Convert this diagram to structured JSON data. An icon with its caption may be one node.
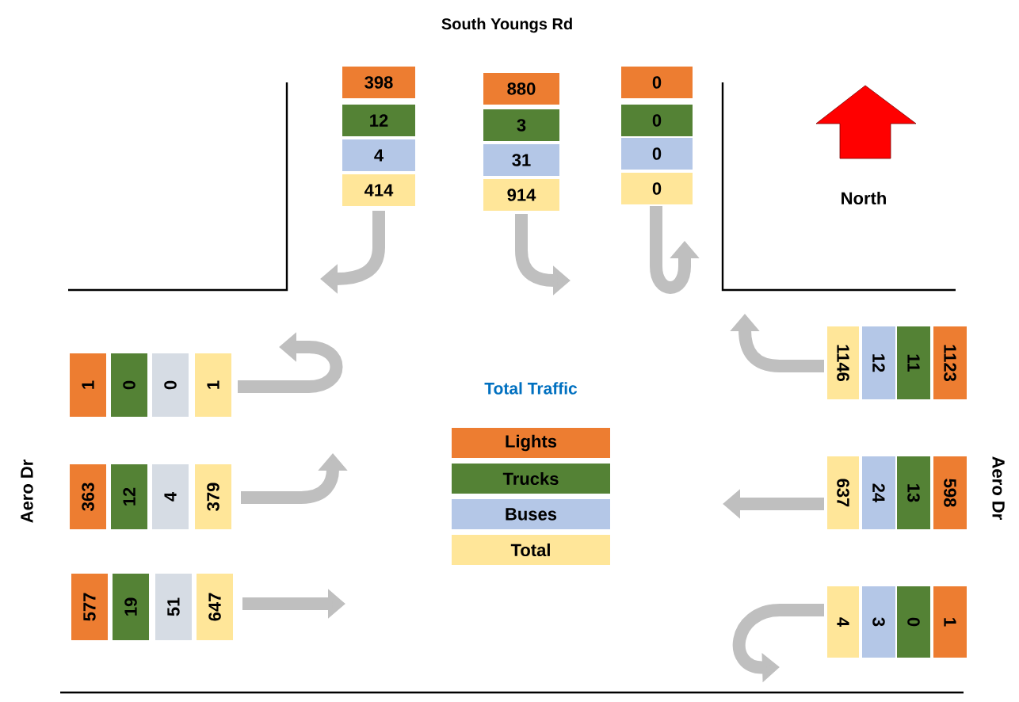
{
  "diagram": {
    "nodes": [
      {
        "text": [
          "398"
        ]
      },
      {
        "text": [
          "12"
        ]
      },
      {
        "text": [
          "4"
        ]
      },
      {
        "text": [
          "414"
        ]
      },
      {
        "text": [
          "880"
        ]
      },
      {
        "text": [
          "3"
        ]
      },
      {
        "text": [
          "31"
        ]
      },
      {
        "text": [
          "914"
        ]
      },
      {
        "text": [
          "0"
        ]
      },
      {
        "text": [
          "0"
        ]
      },
      {
        "text": [
          "0"
        ]
      },
      {
        "text": [
          "0"
        ]
      },
      {
        "text": [
          "1"
        ]
      },
      {
        "text": [
          "0"
        ]
      },
      {
        "text": [
          "0"
        ]
      },
      {
        "text": [
          "1"
        ]
      },
      {
        "text": [
          "1123"
        ]
      },
      {
        "text": [
          "11"
        ]
      },
      {
        "text": [
          "12"
        ]
      },
      {
        "text": [
          "1146"
        ]
      },
      {
        "text": [
          "363"
        ]
      },
      {
        "text": [
          "12"
        ]
      },
      {
        "text": [
          "4"
        ]
      },
      {
        "text": [
          "379"
        ]
      },
      {
        "text": [
          "598"
        ]
      },
      {
        "text": [
          "13"
        ]
      },
      {
        "text": [
          "24"
        ]
      },
      {
        "text": [
          "637"
        ]
      },
      {
        "text": [
          "577"
        ]
      },
      {
        "text": [
          "19"
        ]
      },
      {
        "text": [
          "51"
        ]
      },
      {
        "text": [
          "647"
        ]
      },
      {
        "text": [
          "1"
        ]
      },
      {
        "text": [
          "0"
        ]
      },
      {
        "text": [
          "3"
        ]
      },
      {
        "text": [
          "4"
        ]
      }
    ],
    "labels": [
      "South Youngs Rd",
      "North",
      "Aero Dr",
      "Aero Dr",
      "Total Traffic"
    ],
    "legend": [
      {
        "text": "Lights",
        "color": "#ed7d31"
      },
      {
        "text": "Trucks",
        "color": "#548235"
      },
      {
        "text": "Buses",
        "color": "#b4c7e7"
      },
      {
        "text": "Total",
        "color": "#ffe699"
      }
    ]
  }
}
